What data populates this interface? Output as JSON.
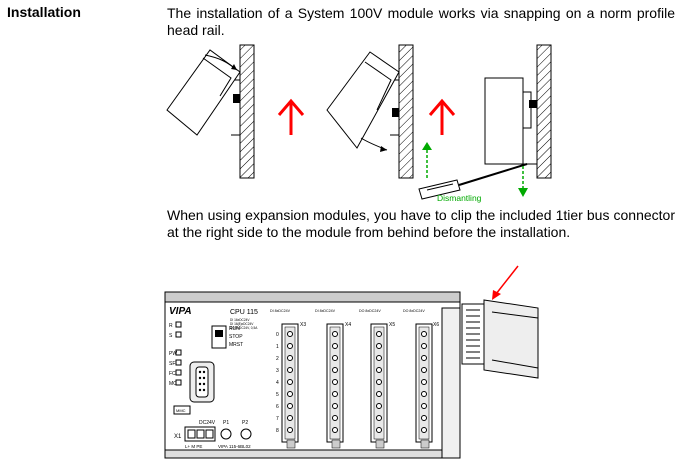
{
  "section": {
    "heading": "Installation"
  },
  "paragraphs": {
    "intro": "The installation of a System 100V module works via snapping on a norm profile head rail.",
    "expansion": "When using expansion modules, you have to clip the included 1tier bus connector at the right side to the module from behind before the installation."
  },
  "figure_install": {
    "dismantling_label": "Dismantling",
    "colors": {
      "up_arrow": "#ff0000",
      "dismantle_arrow": "#00aa00",
      "line": "#000000"
    }
  },
  "figure_modules": {
    "brand": "VIPA",
    "cpu": {
      "title": "CPU 115",
      "spec1": "DI 16xDC24V",
      "spec2": "DI 16(8)xDC24V",
      "spec3": "DO 8xDC24V, 0,5A",
      "left_labels": [
        "R",
        "S",
        "PW",
        "SF",
        "FC",
        "MC"
      ],
      "switch_labels": [
        "RUN",
        "STOP",
        "MRST"
      ],
      "mmc": "MMC",
      "power_label": "DC24V",
      "pins": "L+  M  PE",
      "x1": "X1",
      "p1": "P1",
      "p2": "P2",
      "order_no": "VIPA 115-6BL02"
    },
    "modules": [
      {
        "label": "DI 8xDC24V",
        "x": "X3"
      },
      {
        "label": "DI 8xDC24V",
        "x": "X4"
      },
      {
        "label": "DO 8xDC24V",
        "x": "X5"
      },
      {
        "label": "DO 8xDC24V",
        "x": "X6"
      }
    ],
    "channel_numbers": [
      "0",
      "1",
      "2",
      "3",
      "4",
      "5",
      "6",
      "7",
      "8"
    ],
    "colors": {
      "pointer_arrow": "#ff0000"
    }
  }
}
